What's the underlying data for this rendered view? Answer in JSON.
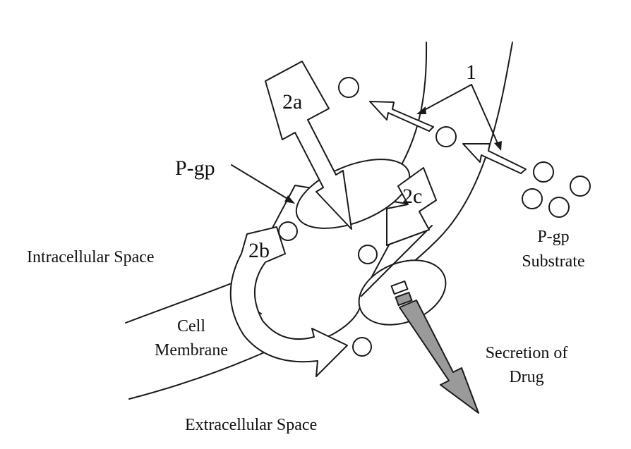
{
  "labels": {
    "label_1": "1",
    "label_2a": "2a",
    "label_2b": "2b",
    "label_2c": "2c",
    "pgp": "P-gp",
    "pgp_substrate_line1": "P-gp",
    "pgp_substrate_line2": "Substrate",
    "intracellular_space": "Intracellular Space",
    "cell_membrane_line1": "Cell",
    "cell_membrane_line2": "Membrane",
    "extracellular_space": "Extracellular Space",
    "secretion_line1": "Secretion of",
    "secretion_line2": "Drug"
  },
  "colors": {
    "line": "#1a1a1a",
    "secretion_arrow_fill": "#9a9a9a",
    "background": "#ffffff"
  }
}
